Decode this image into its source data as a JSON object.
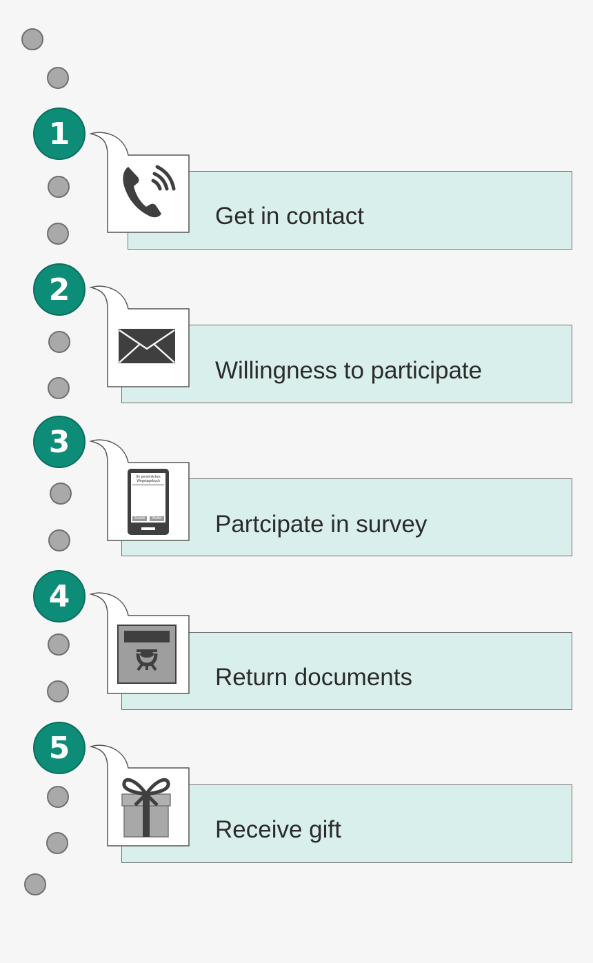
{
  "steps": [
    {
      "number": "1",
      "label": "Get in contact",
      "icon": "phone-icon"
    },
    {
      "number": "2",
      "label": "Willingness to participate",
      "icon": "envelope-icon"
    },
    {
      "number": "3",
      "label": "Partcipate in survey",
      "icon": "tablet-icon"
    },
    {
      "number": "4",
      "label": "Return documents",
      "icon": "mailbox-icon"
    },
    {
      "number": "5",
      "label": "Receive gift",
      "icon": "gift-icon"
    }
  ],
  "tablet_screen": {
    "title_line1": "Ihr persönliches",
    "title_line2": "Wegetagebuch",
    "back_button": "Zurück",
    "next_button": "Weiter"
  },
  "colors": {
    "accent": "#0d8c77",
    "panel": "#d9efeb",
    "dot": "#a9a9a9",
    "icon": "#4a4a4a"
  }
}
